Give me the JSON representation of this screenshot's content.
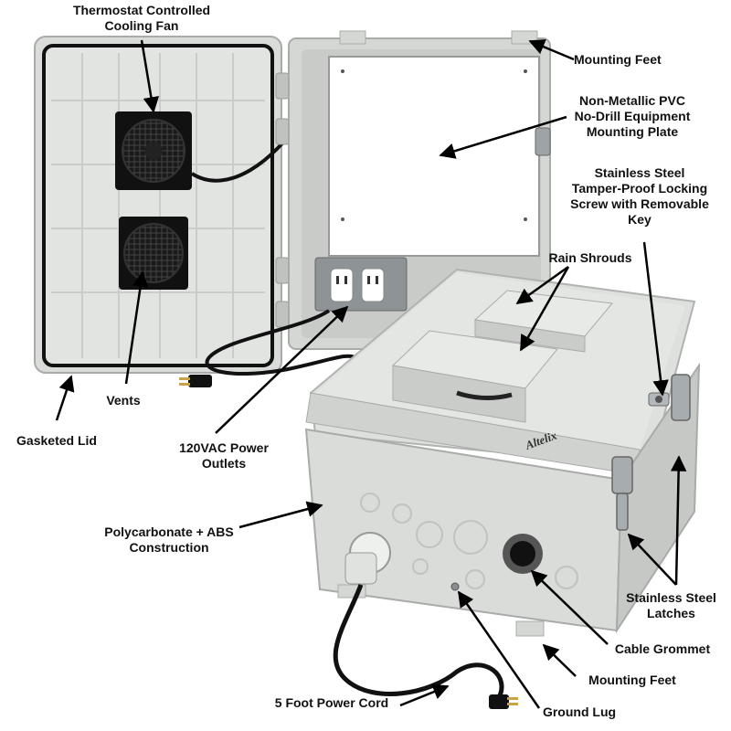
{
  "brand": "Altelix",
  "colors": {
    "enclosure": "#d9dcd9",
    "enclosure_shadow": "#b9bcb9",
    "plate": "#ffffff",
    "gasket": "#111111",
    "metal": "#9ea3a6",
    "label_text": "#111111",
    "arrow": "#000000"
  },
  "callouts": {
    "thermostat_fan": [
      "Thermostat Controlled",
      "Cooling Fan"
    ],
    "mounting_feet_top": [
      "Mounting Feet"
    ],
    "mounting_plate": [
      "Non-Metallic PVC",
      "No-Drill Equipment",
      "Mounting Plate"
    ],
    "locking_screw": [
      "Stainless Steel",
      "Tamper-Proof Locking",
      "Screw with Removable",
      "Key"
    ],
    "rain_shrouds": [
      "Rain Shrouds"
    ],
    "vents": [
      "Vents"
    ],
    "gasketed_lid": [
      "Gasketed Lid"
    ],
    "power_outlets": [
      "120VAC Power",
      "Outlets"
    ],
    "construction": [
      "Polycarbonate + ABS",
      "Construction"
    ],
    "latches": [
      "Stainless Steel",
      "Latches"
    ],
    "cable_grommet": [
      "Cable Grommet"
    ],
    "mounting_feet_bottom": [
      "Mounting Feet"
    ],
    "power_cord": [
      "5 Foot Power Cord"
    ],
    "ground_lug": [
      "Ground Lug"
    ]
  }
}
